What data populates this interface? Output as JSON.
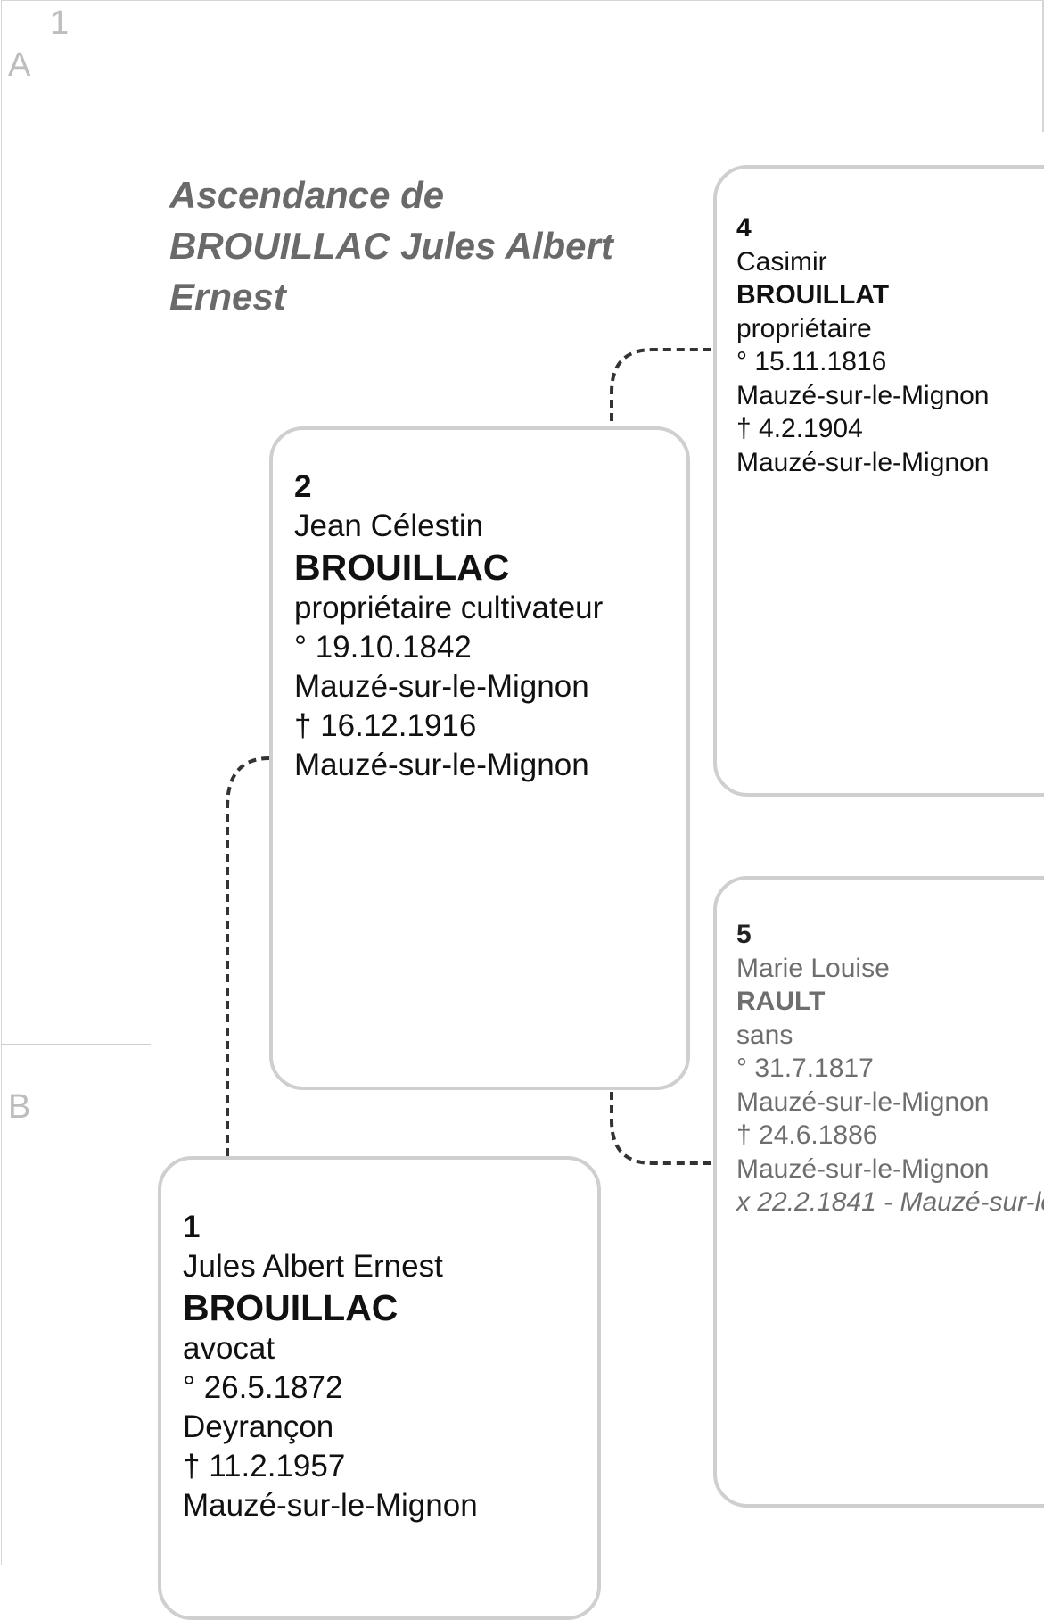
{
  "grid": {
    "column_label": "1",
    "row_labels": [
      "A",
      "B"
    ]
  },
  "title": {
    "lines": [
      "Ascendance de",
      "BROUILLAC Jules Albert",
      "Ernest"
    ]
  },
  "persons": [
    {
      "number": "1",
      "first_names": "Jules Albert Ernest",
      "surname": "BROUILLAC",
      "occupation": "avocat",
      "birth_date": "° 26.5.1872",
      "birth_place": "Deyrançon",
      "death_date": "† 11.2.1957",
      "death_place": "Mauzé-sur-le-Mignon"
    },
    {
      "number": "2",
      "first_names": "Jean Célestin",
      "surname": "BROUILLAC",
      "occupation": "propriétaire cultivateur",
      "birth_date": "° 19.10.1842",
      "birth_place": "Mauzé-sur-le-Mignon",
      "death_date": "† 16.12.1916",
      "death_place": "Mauzé-sur-le-Mignon"
    },
    {
      "number": "4",
      "first_names": "Casimir",
      "surname": "BROUILLAT",
      "occupation": "propriétaire",
      "birth_date": "° 15.11.1816",
      "birth_place": "Mauzé-sur-le-Mignon",
      "death_date": "† 4.2.1904",
      "death_place": "Mauzé-sur-le-Mignon"
    },
    {
      "number": "5",
      "first_names": "Marie Louise",
      "surname": "RAULT",
      "occupation": "sans",
      "birth_date": "° 31.7.1817",
      "birth_place": "Mauzé-sur-le-Mignon",
      "death_date": "† 24.6.1886",
      "death_place": "Mauzé-sur-le-Mignon",
      "marriage": "x 22.2.1841  - Mauzé-sur-le-"
    }
  ],
  "colors": {
    "card_border": "#cfcfcf",
    "connector": "#333333",
    "title": "#6a6a6a",
    "grid_label": "#bdbdbd"
  }
}
